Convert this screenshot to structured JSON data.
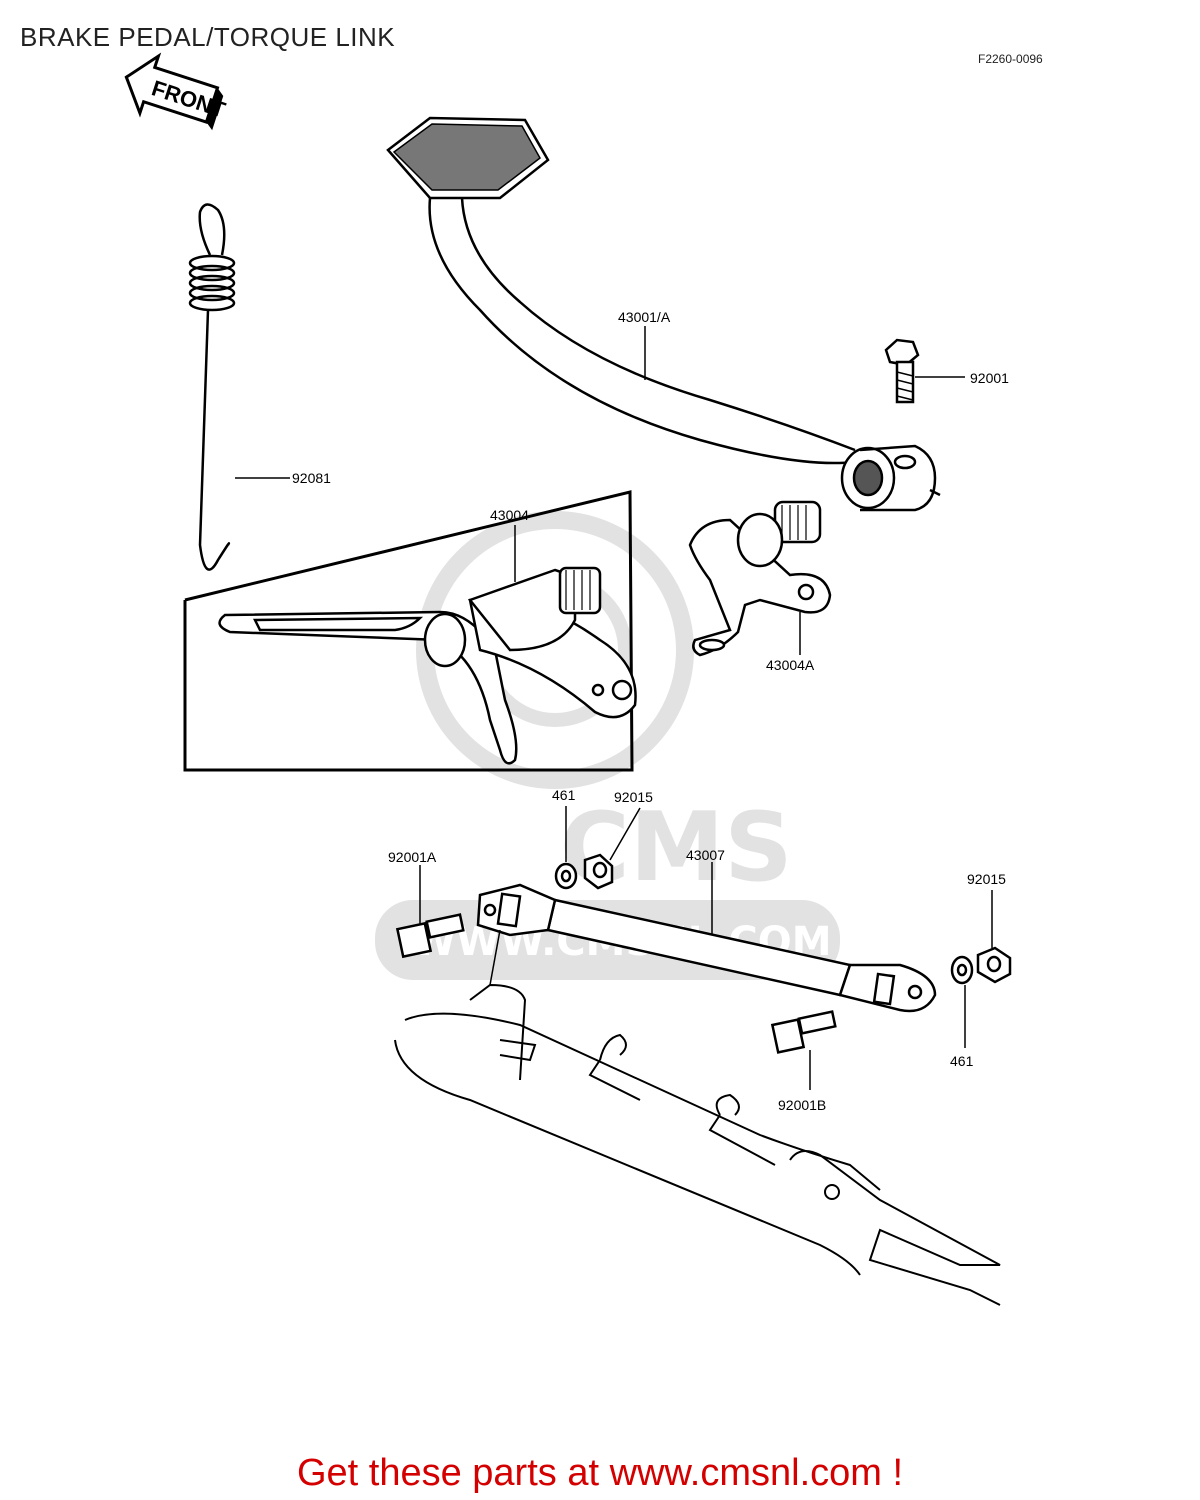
{
  "header": {
    "title": "BRAKE PEDAL/TORQUE LINK",
    "figure_code": "F2260-0096"
  },
  "front_arrow": {
    "label": "FRONT"
  },
  "callouts": {
    "brake_pedal": "43001/A",
    "bolt_92001": "92001",
    "spring": "92081",
    "shaft_43004": "43004",
    "shaft_43004a": "43004A",
    "washer_top": "461",
    "nut_top": "92015",
    "bolt_92001a": "92001A",
    "torque_link": "43007",
    "nut_right": "92015",
    "washer_right": "461",
    "bolt_92001b": "92001B"
  },
  "watermark": {
    "text": "CMS",
    "url_text": "WWW.CMSNL.COM"
  },
  "footer": {
    "text": "Get these parts at www.cmsnl.com !"
  },
  "colors": {
    "footer": "#d40000",
    "ink": "#000000",
    "watermark": "#e2e2e2"
  }
}
